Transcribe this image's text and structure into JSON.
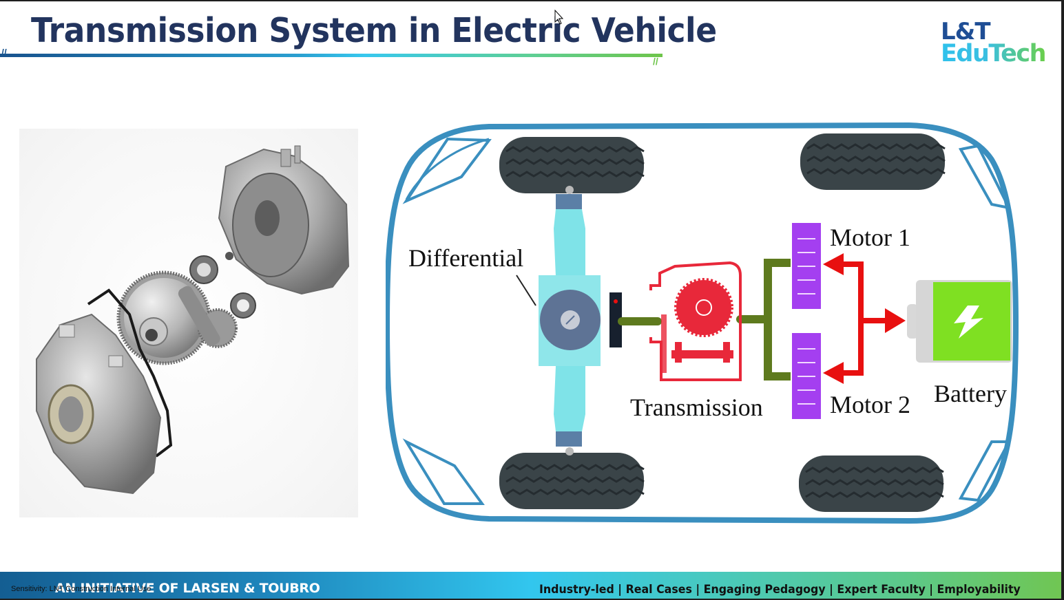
{
  "slide": {
    "title": "Transmission System in Electric Vehicle",
    "logo": {
      "line1": "L&T",
      "line2": "EduTech"
    },
    "diagram_labels": {
      "differential": "Differential",
      "transmission": "Transmission",
      "motor1": "Motor 1",
      "motor2": "Motor 2",
      "battery": "Battery"
    },
    "footer": {
      "initiative": "AN INITIATIVE OF LARSEN & TOUBRO",
      "sensitivity": "Sensitivity: LNT Construction Internal Use",
      "tagline": "Industry-led | Real Cases | Engaging Pedagogy | Expert Faculty | Employability"
    },
    "colors": {
      "title": "#22345e",
      "car_outline": "#3a8fbf",
      "tire": "#3a4448",
      "axle": "#7fe3e8",
      "transmission": "#e8283a",
      "shaft": "#5e7a1e",
      "motor": "#a43ff0",
      "arrow": "#e81010",
      "battery": "#7fe022"
    }
  }
}
